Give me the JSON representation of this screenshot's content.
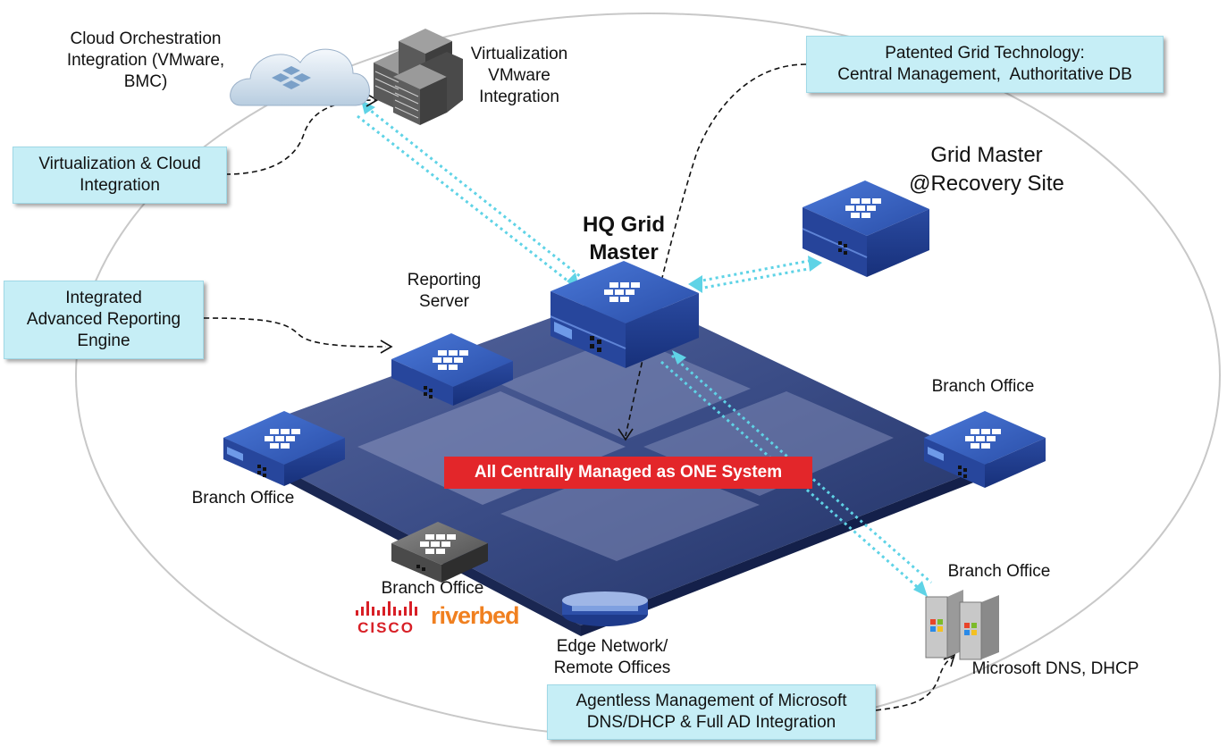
{
  "callouts": {
    "cloud_integration": [
      "Virtualization & Cloud",
      "Integration"
    ],
    "reporting": [
      "Integrated",
      "Advanced Reporting",
      "Engine"
    ],
    "grid_tech": [
      "Patented Grid Technology:",
      "Central Management,  Authoritative DB"
    ],
    "agentless": [
      "Agentless Management of Microsoft",
      "DNS/DHCP & Full AD Integration"
    ]
  },
  "labels": {
    "cloud_orchestration": [
      "Cloud Orchestration",
      "Integration (VMware,",
      "BMC)"
    ],
    "virtualization": [
      "Virtualization",
      "VMware",
      "Integration"
    ],
    "grid_master_recovery": [
      "Grid Master",
      "@Recovery Site"
    ],
    "hq_grid_master": [
      "HQ Grid",
      "Master"
    ],
    "reporting_server": [
      "Reporting",
      "Server"
    ],
    "branch_office_right": "Branch Office",
    "branch_office_left": "Branch Office",
    "branch_office_bottom": "Branch Office",
    "branch_office_ms": "Branch Office",
    "edge_network": [
      "Edge Network/",
      "Remote Offices"
    ],
    "microsoft_dns": "Microsoft DNS, DHCP"
  },
  "banner": "All Centrally Managed as ONE System",
  "logos": {
    "cisco": "CISCO",
    "riverbed": "riverbed"
  },
  "colors": {
    "callout_fill": "#c6eef6",
    "banner_red": "#e3262a",
    "appliance_blue": "#2d4fa8",
    "platform_navy": "#2b3c72",
    "link_cyan": "#5fd3e6",
    "riverbed_orange": "#f08020",
    "cisco_red": "#d81f26"
  }
}
